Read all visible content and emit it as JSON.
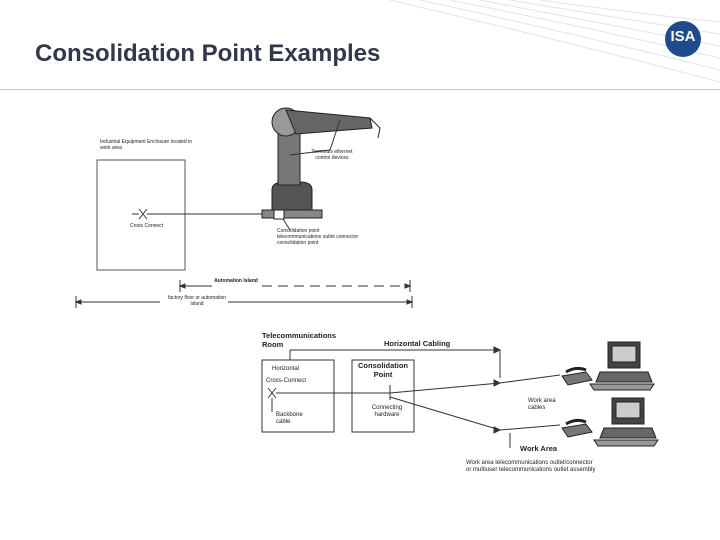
{
  "slide": {
    "title": "Consolidation Point Examples",
    "logo_text": "ISA"
  },
  "diagram_top": {
    "enclosure_label": "Industrial Equipment Enclosure located in work area",
    "cross_connect": "Cross Connect",
    "control_devices": "Terminals ethernet control devices",
    "consolidation_note": "Consolidation point telecommunications outlet connector consolidation point",
    "automation_island": "Automation Island",
    "factory_floor": "factory floor or automation island"
  },
  "diagram_bottom": {
    "telecom_room": "Telecommunications Room",
    "horizontal_cabling": "Horizontal Cabling",
    "horizontal": "Horizontal",
    "cross_connect": "Cross-Connect",
    "backbone_cable": "Backbone cable",
    "consolidation_point": "Consolidation Point",
    "connecting_hardware": "Connecting hardware",
    "work_area_cables": "Work area cables",
    "work_area": "Work Area",
    "work_area_outlet": "Work area telecommunications outlet/connector or multiuser telecommunications outlet assembly"
  }
}
